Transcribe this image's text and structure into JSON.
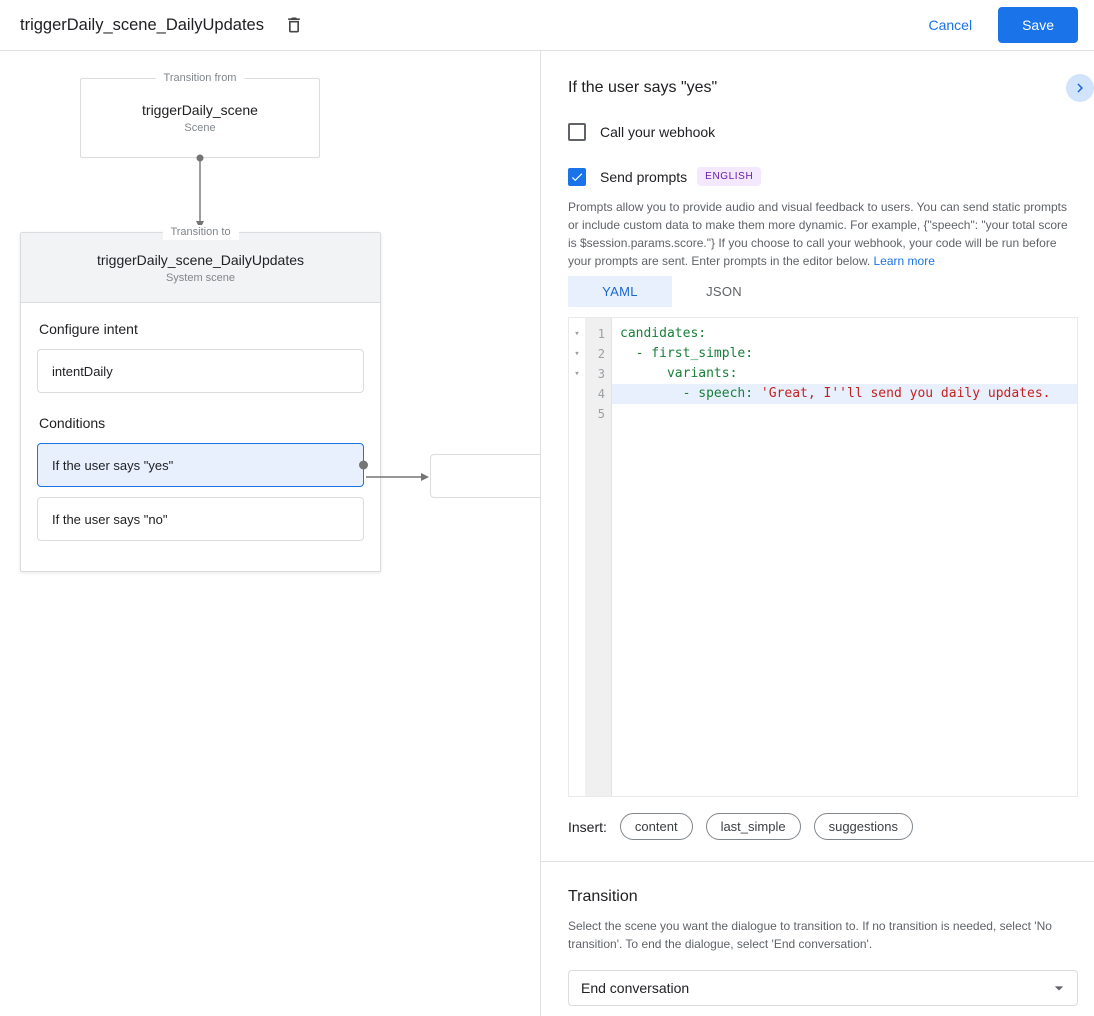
{
  "colors": {
    "accent": "#1a73e8",
    "tab_active_text": "#1967d2",
    "tab_active_bg": "#e8f0fe",
    "yaml_key": "#188038",
    "yaml_string": "#c5221f",
    "badge_bg": "#f3e8fd",
    "badge_text": "#681da8",
    "selected_condition_bg": "#e8f0fe"
  },
  "header": {
    "title": "triggerDaily_scene_DailyUpdates",
    "delete_icon": "trash-icon",
    "cancel_label": "Cancel",
    "save_label": "Save"
  },
  "canvas": {
    "from_node": {
      "label": "Transition from",
      "title": "triggerDaily_scene",
      "subtitle": "Scene"
    },
    "to_node": {
      "label": "Transition to",
      "title": "triggerDaily_scene_DailyUpdates",
      "subtitle": "System scene",
      "configure_intent_label": "Configure intent",
      "intent_value": "intentDaily",
      "conditions_label": "Conditions",
      "conditions": [
        {
          "label": "If the user says \"yes\"",
          "selected": true
        },
        {
          "label": "If the user says \"no\"",
          "selected": false
        }
      ]
    }
  },
  "detail": {
    "title": "If the user says \"yes\"",
    "collapse_icon": "chevron-right-icon",
    "webhook_label": "Call your webhook",
    "prompts_label": "Send prompts",
    "language_badge": "ENGLISH",
    "description": "Prompts allow you to provide audio and visual feedback to users. You can send static prompts or include custom data to make them more dynamic. For example, {\"speech\": \"your total score is $session.params.score.\"} If you choose to call your webhook, your code will be run before your prompts are sent. Enter prompts in the editor below.",
    "learn_more_label": "Learn more",
    "tabs": [
      {
        "label": "YAML",
        "active": true
      },
      {
        "label": "JSON",
        "active": false
      }
    ],
    "editor": {
      "lines": [
        {
          "n": "1",
          "fold": true,
          "highlight": false,
          "segments": [
            {
              "t": "candidates:",
              "c": "key"
            }
          ]
        },
        {
          "n": "2",
          "fold": true,
          "highlight": false,
          "segments": [
            {
              "t": "  ",
              "c": "plain"
            },
            {
              "t": "- first_simple:",
              "c": "key"
            }
          ]
        },
        {
          "n": "3",
          "fold": true,
          "highlight": false,
          "segments": [
            {
              "t": "      ",
              "c": "plain"
            },
            {
              "t": "variants:",
              "c": "key"
            }
          ]
        },
        {
          "n": "4",
          "fold": false,
          "highlight": true,
          "segments": [
            {
              "t": "        ",
              "c": "plain"
            },
            {
              "t": "- speech:",
              "c": "key"
            },
            {
              "t": " ",
              "c": "plain"
            },
            {
              "t": "'Great, I''ll send you daily updates.",
              "c": "string"
            }
          ]
        },
        {
          "n": "5",
          "fold": false,
          "highlight": false,
          "segments": []
        }
      ]
    },
    "insert_label": "Insert:",
    "insert_buttons": [
      "content",
      "last_simple",
      "suggestions"
    ],
    "transition": {
      "title": "Transition",
      "description": "Select the scene you want the dialogue to transition to. If no transition is needed, select 'No transition'. To end the dialogue, select 'End conversation'.",
      "dropdown_value": "End conversation"
    }
  }
}
